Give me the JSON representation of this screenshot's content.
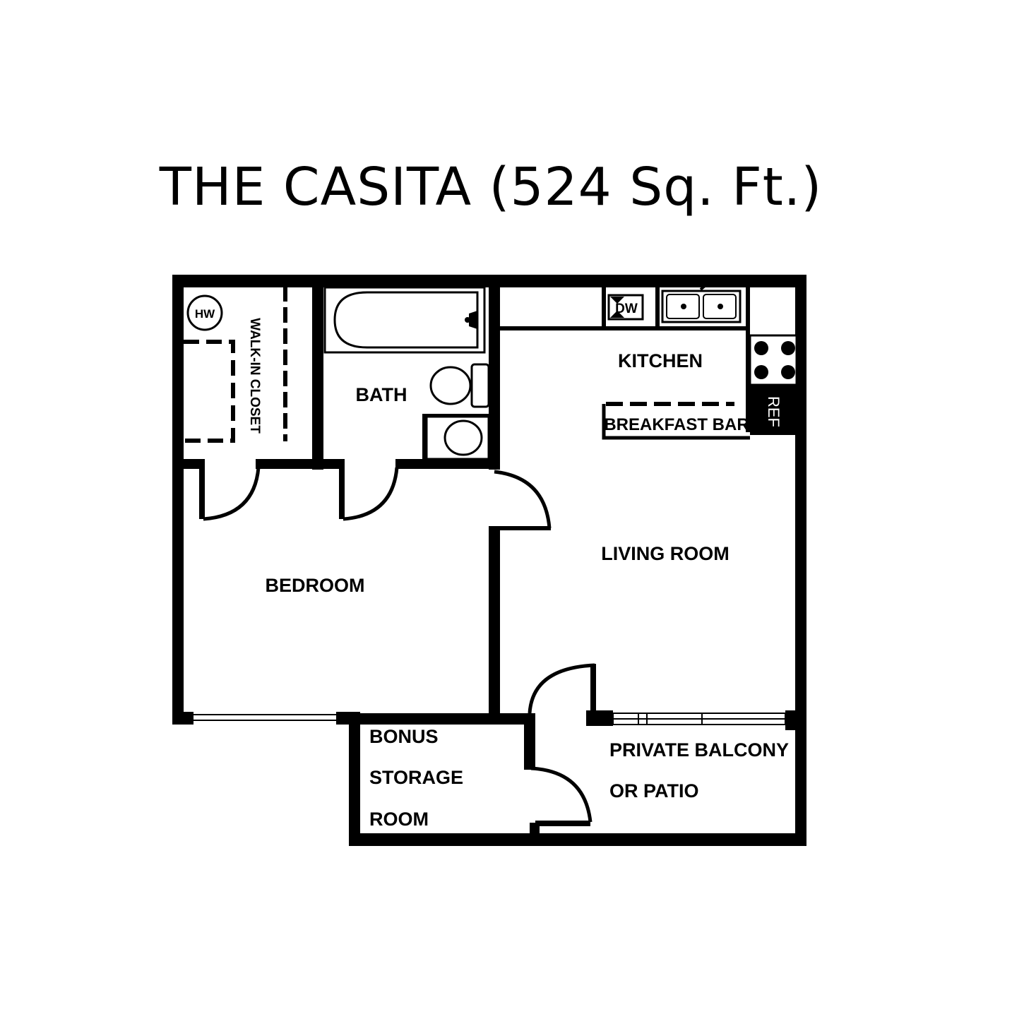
{
  "title": "THE CASITA (524 Sq. Ft.)",
  "rooms": {
    "walk_in_closet": "WALK-IN CLOSET",
    "hot_water": "HW",
    "bath": "BATH",
    "kitchen": "KITCHEN",
    "breakfast_bar": "BREAKFAST BAR",
    "refrigerator": "REF",
    "dishwasher": "DW",
    "living_room": "LIVING ROOM",
    "bedroom": "BEDROOM",
    "storage": [
      "BONUS",
      "STORAGE",
      "ROOM"
    ],
    "balcony": [
      "PRIVATE BALCONY",
      "OR PATIO"
    ]
  }
}
